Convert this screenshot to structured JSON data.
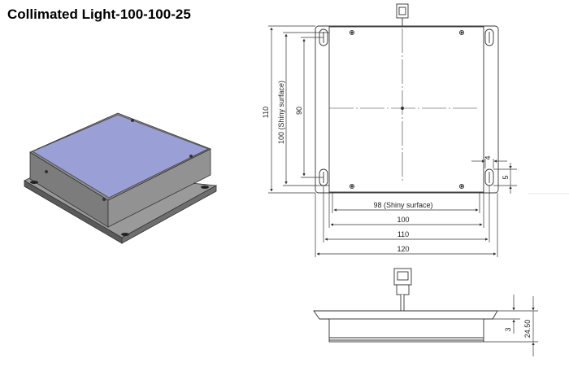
{
  "title": "Collimated Light-100-100-25",
  "colors": {
    "top_face": "#9a9fd6",
    "body": "#8c8c8c",
    "flange": "#7a7a7a",
    "line": "#333333"
  },
  "dimensions": {
    "dim_110_vertical": "110",
    "dim_100_vertical": "100  (Shiny surface)",
    "dim_90_vertical": "90",
    "dim_4": "4",
    "dim_5": "5",
    "dim_98": "98  (Shiny surface)",
    "dim_100": "100",
    "dim_110": "110",
    "dim_120": "120",
    "dim_3": "3",
    "dim_24_50": "24.50"
  }
}
